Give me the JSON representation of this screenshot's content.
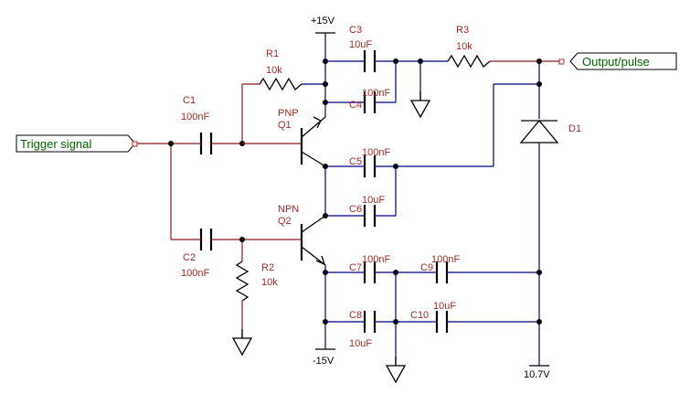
{
  "ports": {
    "trigger": "Trigger signal",
    "output": "Output/pulse"
  },
  "supplies": {
    "pos": "+15V",
    "neg": "-15V",
    "bias": "10.7V"
  },
  "components": {
    "c1": {
      "ref": "C1",
      "value": "100nF"
    },
    "c2": {
      "ref": "C2",
      "value": "100nF"
    },
    "c3": {
      "ref": "C3",
      "value": "10uF"
    },
    "c4": {
      "ref": "C4",
      "value": "100nF"
    },
    "c5": {
      "ref": "C5",
      "value": "100nF"
    },
    "c6": {
      "ref": "C6",
      "value": "10uF"
    },
    "c7": {
      "ref": "C7",
      "value": "100nF"
    },
    "c8": {
      "ref": "C8",
      "value": "10uF"
    },
    "c9": {
      "ref": "C9",
      "value": "100nF"
    },
    "c10": {
      "ref": "C10",
      "value": "10uF"
    },
    "r1": {
      "ref": "R1",
      "value": "10k"
    },
    "r2": {
      "ref": "R2",
      "value": "10k"
    },
    "r3": {
      "ref": "R3",
      "value": "10k"
    },
    "q1": {
      "ref": "Q1",
      "type": "PNP"
    },
    "q2": {
      "ref": "Q2",
      "type": "NPN"
    },
    "d1": {
      "ref": "D1"
    }
  }
}
